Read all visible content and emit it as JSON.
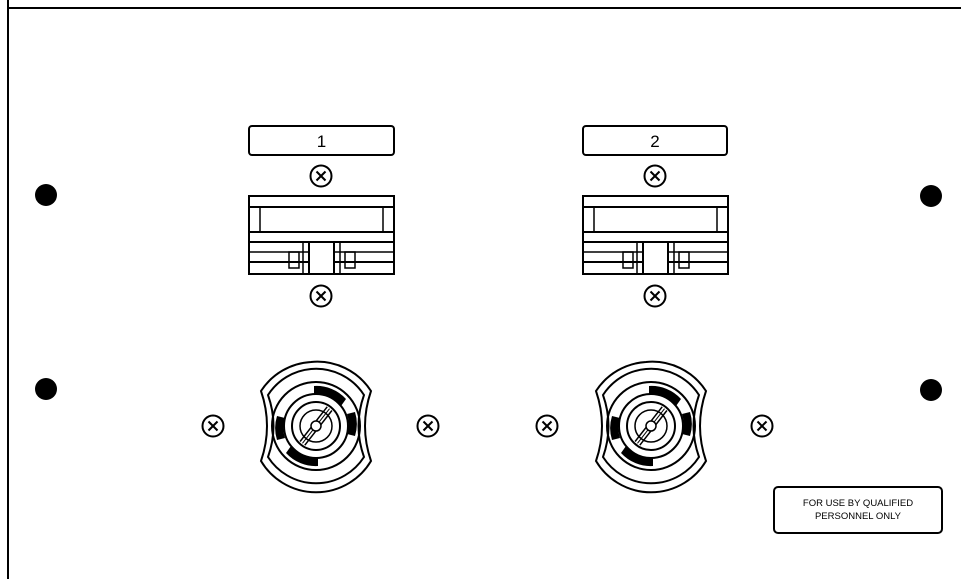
{
  "panel": {
    "slots": [
      {
        "label": "1"
      },
      {
        "label": "2"
      }
    ],
    "warning": {
      "line1": "FOR USE BY QUALIFIED",
      "line2": "PERSONNEL ONLY"
    }
  },
  "icons": {
    "screw": "screw-icon",
    "mount_hole": "mounting-hole-icon",
    "breaker": "circuit-breaker-icon",
    "key_switch": "key-switch-icon"
  },
  "colors": {
    "line": "#000000",
    "background": "#ffffff"
  }
}
